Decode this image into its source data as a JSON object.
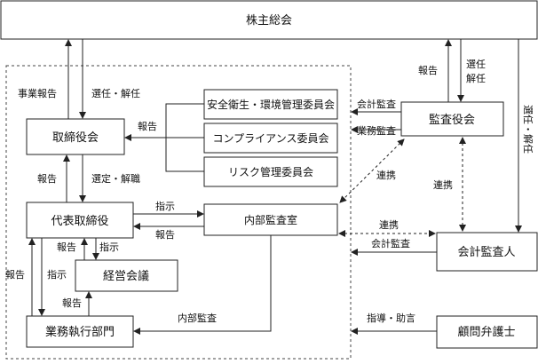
{
  "nodes": {
    "shareholders": "株主総会",
    "board": "取締役会",
    "safety_committee": "安全衛生・環境管理委員会",
    "compliance_committee": "コンプライアンス委員会",
    "risk_committee": "リスク管理委員会",
    "representative_director": "代表取締役",
    "internal_audit": "内部監査室",
    "management_meeting": "経営会議",
    "operations_dept": "業務執行部門",
    "audit_board": "監査役会",
    "accounting_auditor": "会計監査人",
    "legal_counsel": "顧問弁護士"
  },
  "labels": {
    "business_report": "事業報告",
    "appoint_dismiss": "選任・解任",
    "report": "報告",
    "select_dismiss": "選定・解職",
    "instruction": "指示",
    "internal_audit_flow": "内部監査",
    "accounting_audit": "会計監査",
    "operations_audit": "業務監査",
    "cooperation": "連携",
    "appoint_line1": "選任",
    "appoint_line2": "解任",
    "appoint_dismiss_vertical": "選任・解任",
    "guidance_advice": "指導・助言"
  },
  "colors": {
    "stroke": "#222222",
    "background": "#ffffff"
  }
}
